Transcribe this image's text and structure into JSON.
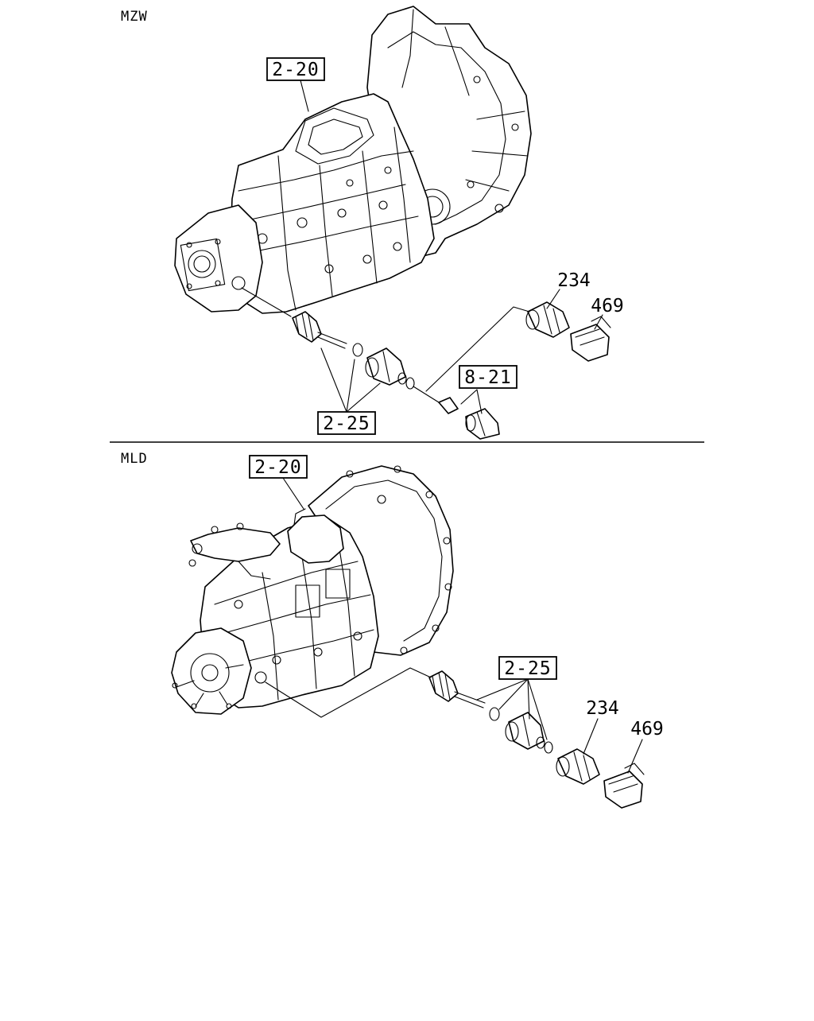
{
  "sections": [
    {
      "label": "MZW",
      "callouts": {
        "assembly": "2-20",
        "speedometer_gear": "2-25",
        "sub_assembly": "8-21"
      },
      "part_numbers": {
        "sensor": "234",
        "bracket": "469"
      }
    },
    {
      "label": "MLD",
      "callouts": {
        "assembly": "2-20",
        "speedometer_gear": "2-25"
      },
      "part_numbers": {
        "sensor": "234",
        "bracket": "469"
      }
    }
  ]
}
